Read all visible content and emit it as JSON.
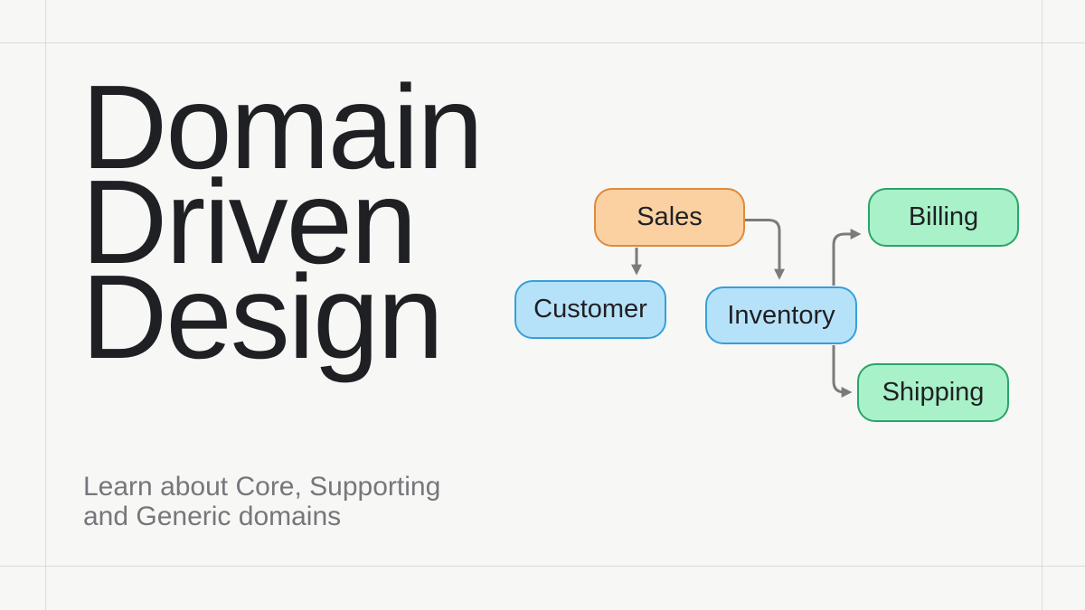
{
  "slide": {
    "background_color": "#f7f7f6",
    "grid_line_color": "#dbdbdb",
    "title": {
      "text": "Domain Driven Design",
      "lines": [
        "Domain",
        "Driven",
        "Design"
      ],
      "color": "#1f2023"
    },
    "subtitle": {
      "text": "Learn about Core, Supporting and Generic domains",
      "lines": [
        "Learn about Core, Supporting",
        "and Generic domains"
      ],
      "color": "#76767b"
    }
  },
  "diagram": {
    "arrow_color": "#7b7b7b",
    "nodes": [
      {
        "id": "sales",
        "label": "Sales",
        "fill": "#fbd1a2",
        "border": "#dd8a3d"
      },
      {
        "id": "customer",
        "label": "Customer",
        "fill": "#b6e2f9",
        "border": "#35a0d9"
      },
      {
        "id": "inventory",
        "label": "Inventory",
        "fill": "#b6e2f9",
        "border": "#35a0d9"
      },
      {
        "id": "billing",
        "label": "Billing",
        "fill": "#a8f1c9",
        "border": "#2aa468"
      },
      {
        "id": "shipping",
        "label": "Shipping",
        "fill": "#a8f1c9",
        "border": "#2aa468"
      }
    ],
    "edges": [
      {
        "from": "Sales",
        "to": "Customer"
      },
      {
        "from": "Sales",
        "to": "Inventory"
      },
      {
        "from": "Inventory",
        "to": "Billing"
      },
      {
        "from": "Inventory",
        "to": "Shipping"
      }
    ]
  }
}
